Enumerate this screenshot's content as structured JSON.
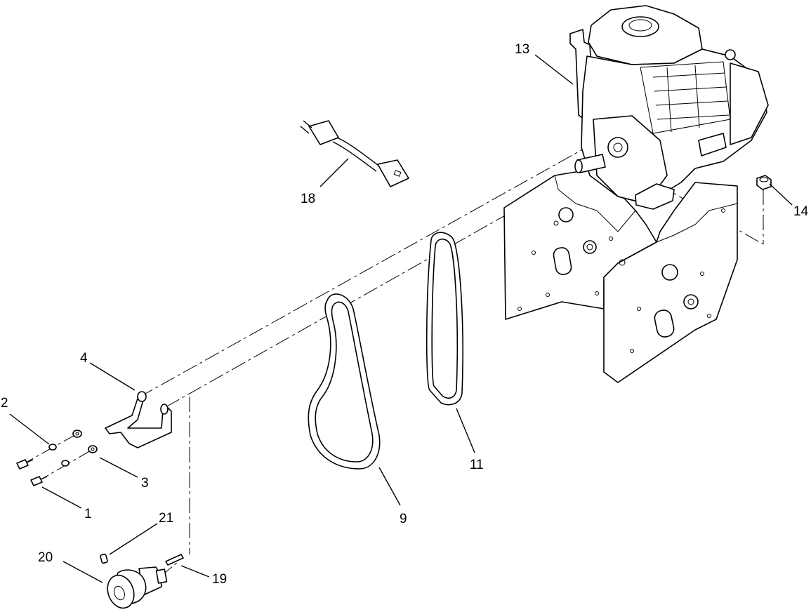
{
  "callouts": {
    "c1": "1",
    "c2": "2",
    "c3": "3",
    "c4": "4",
    "c9": "9",
    "c11": "11",
    "c13": "13",
    "c14": "14",
    "c18": "18",
    "c19": "19",
    "c20": "20",
    "c21": "21"
  },
  "parts": {
    "c1": "capscrew",
    "c2": "lock-washer",
    "c3": "flat-washer",
    "c4": "belt-guide",
    "c9": "belt",
    "c11": "belt",
    "c13": "engine",
    "c14": "nut",
    "c18": "power-cord",
    "c19": "roll-pin",
    "c20": "pulley",
    "c21": "key"
  }
}
